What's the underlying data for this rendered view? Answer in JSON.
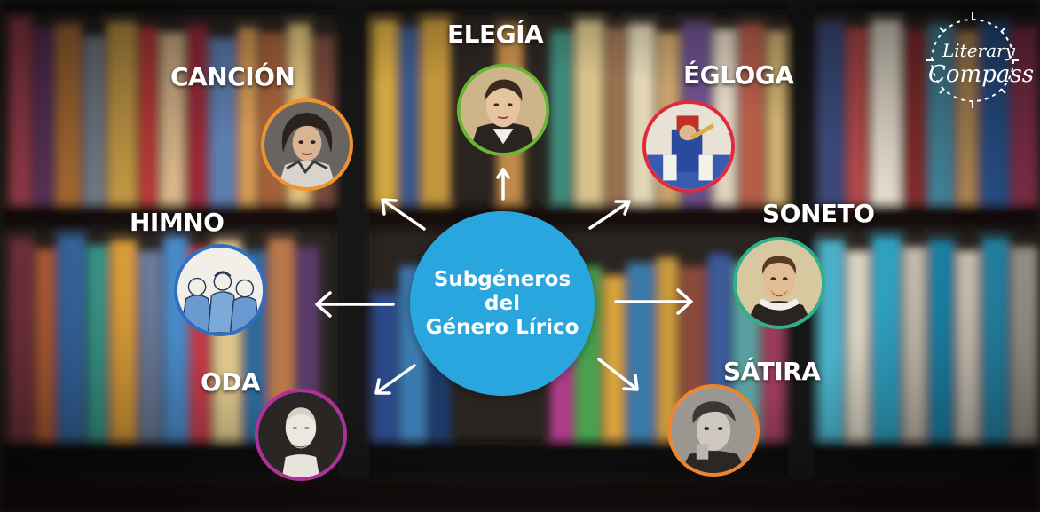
{
  "center": {
    "text": "Subgéneros\ndel\nGénero Lírico",
    "color": "#29a6dd"
  },
  "logo": {
    "line1": "Literary",
    "line2": "Compass"
  },
  "nodes": [
    {
      "label": "ELEGÍA",
      "icon": "poet-portrait-icon",
      "ring": "#6bb536"
    },
    {
      "label": "ÉGLOGA",
      "icon": "shepherd-piper-icon",
      "ring": "#e0293a"
    },
    {
      "label": "SONETO",
      "icon": "shakespeare-portrait-icon",
      "ring": "#2fb08a"
    },
    {
      "label": "SÁTIRA",
      "icon": "satirist-portrait-icon",
      "ring": "#f0842a"
    },
    {
      "label": "ODA",
      "icon": "marble-bust-icon",
      "ring": "#b02f9a"
    },
    {
      "label": "HIMNO",
      "icon": "choir-singers-icon",
      "ring": "#2f6fc4"
    },
    {
      "label": "CANCIÓN",
      "icon": "singer-portrait-icon",
      "ring": "#f0932a"
    }
  ]
}
